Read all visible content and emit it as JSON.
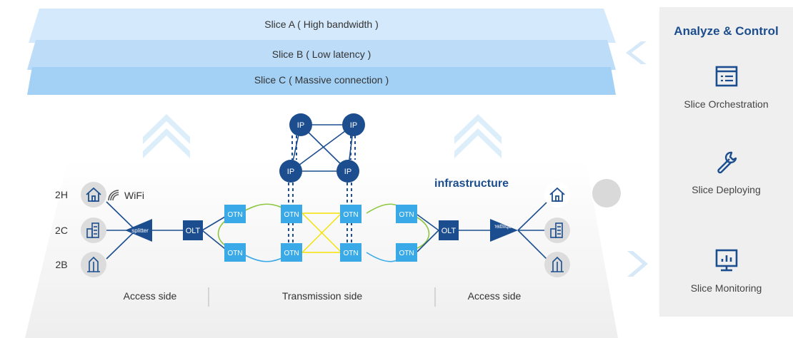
{
  "slices": [
    {
      "label": "Slice A ( High bandwidth )",
      "color": "#d4e9fb"
    },
    {
      "label": "Slice B ( Low latency )",
      "color": "#bcdcf8"
    },
    {
      "label": "Slice C ( Massive connection )",
      "color": "#a3d0f5"
    }
  ],
  "infrastructure_label": "infrastructure",
  "left_devices": [
    "2H",
    "2C",
    "2B"
  ],
  "wifi_label": "WiFi",
  "splitter_label": "splitter",
  "olt_label": "OLT",
  "otn_label": "OTN",
  "ip_label": "IP",
  "sides": {
    "left": "Access side",
    "middle": "Transmission side",
    "right": "Access side"
  },
  "panel": {
    "title": "Analyze & Control",
    "items": [
      {
        "label": "Slice Orchestration",
        "icon": "list-window-icon"
      },
      {
        "label": "Slice Deploying",
        "icon": "wrench-icon"
      },
      {
        "label": "Slice Monitoring",
        "icon": "monitor-chart-icon"
      }
    ]
  },
  "colors": {
    "node_blue": "#1c4e8f",
    "otn_blue": "#3aa9e8",
    "title_blue": "#1c4e8f"
  }
}
